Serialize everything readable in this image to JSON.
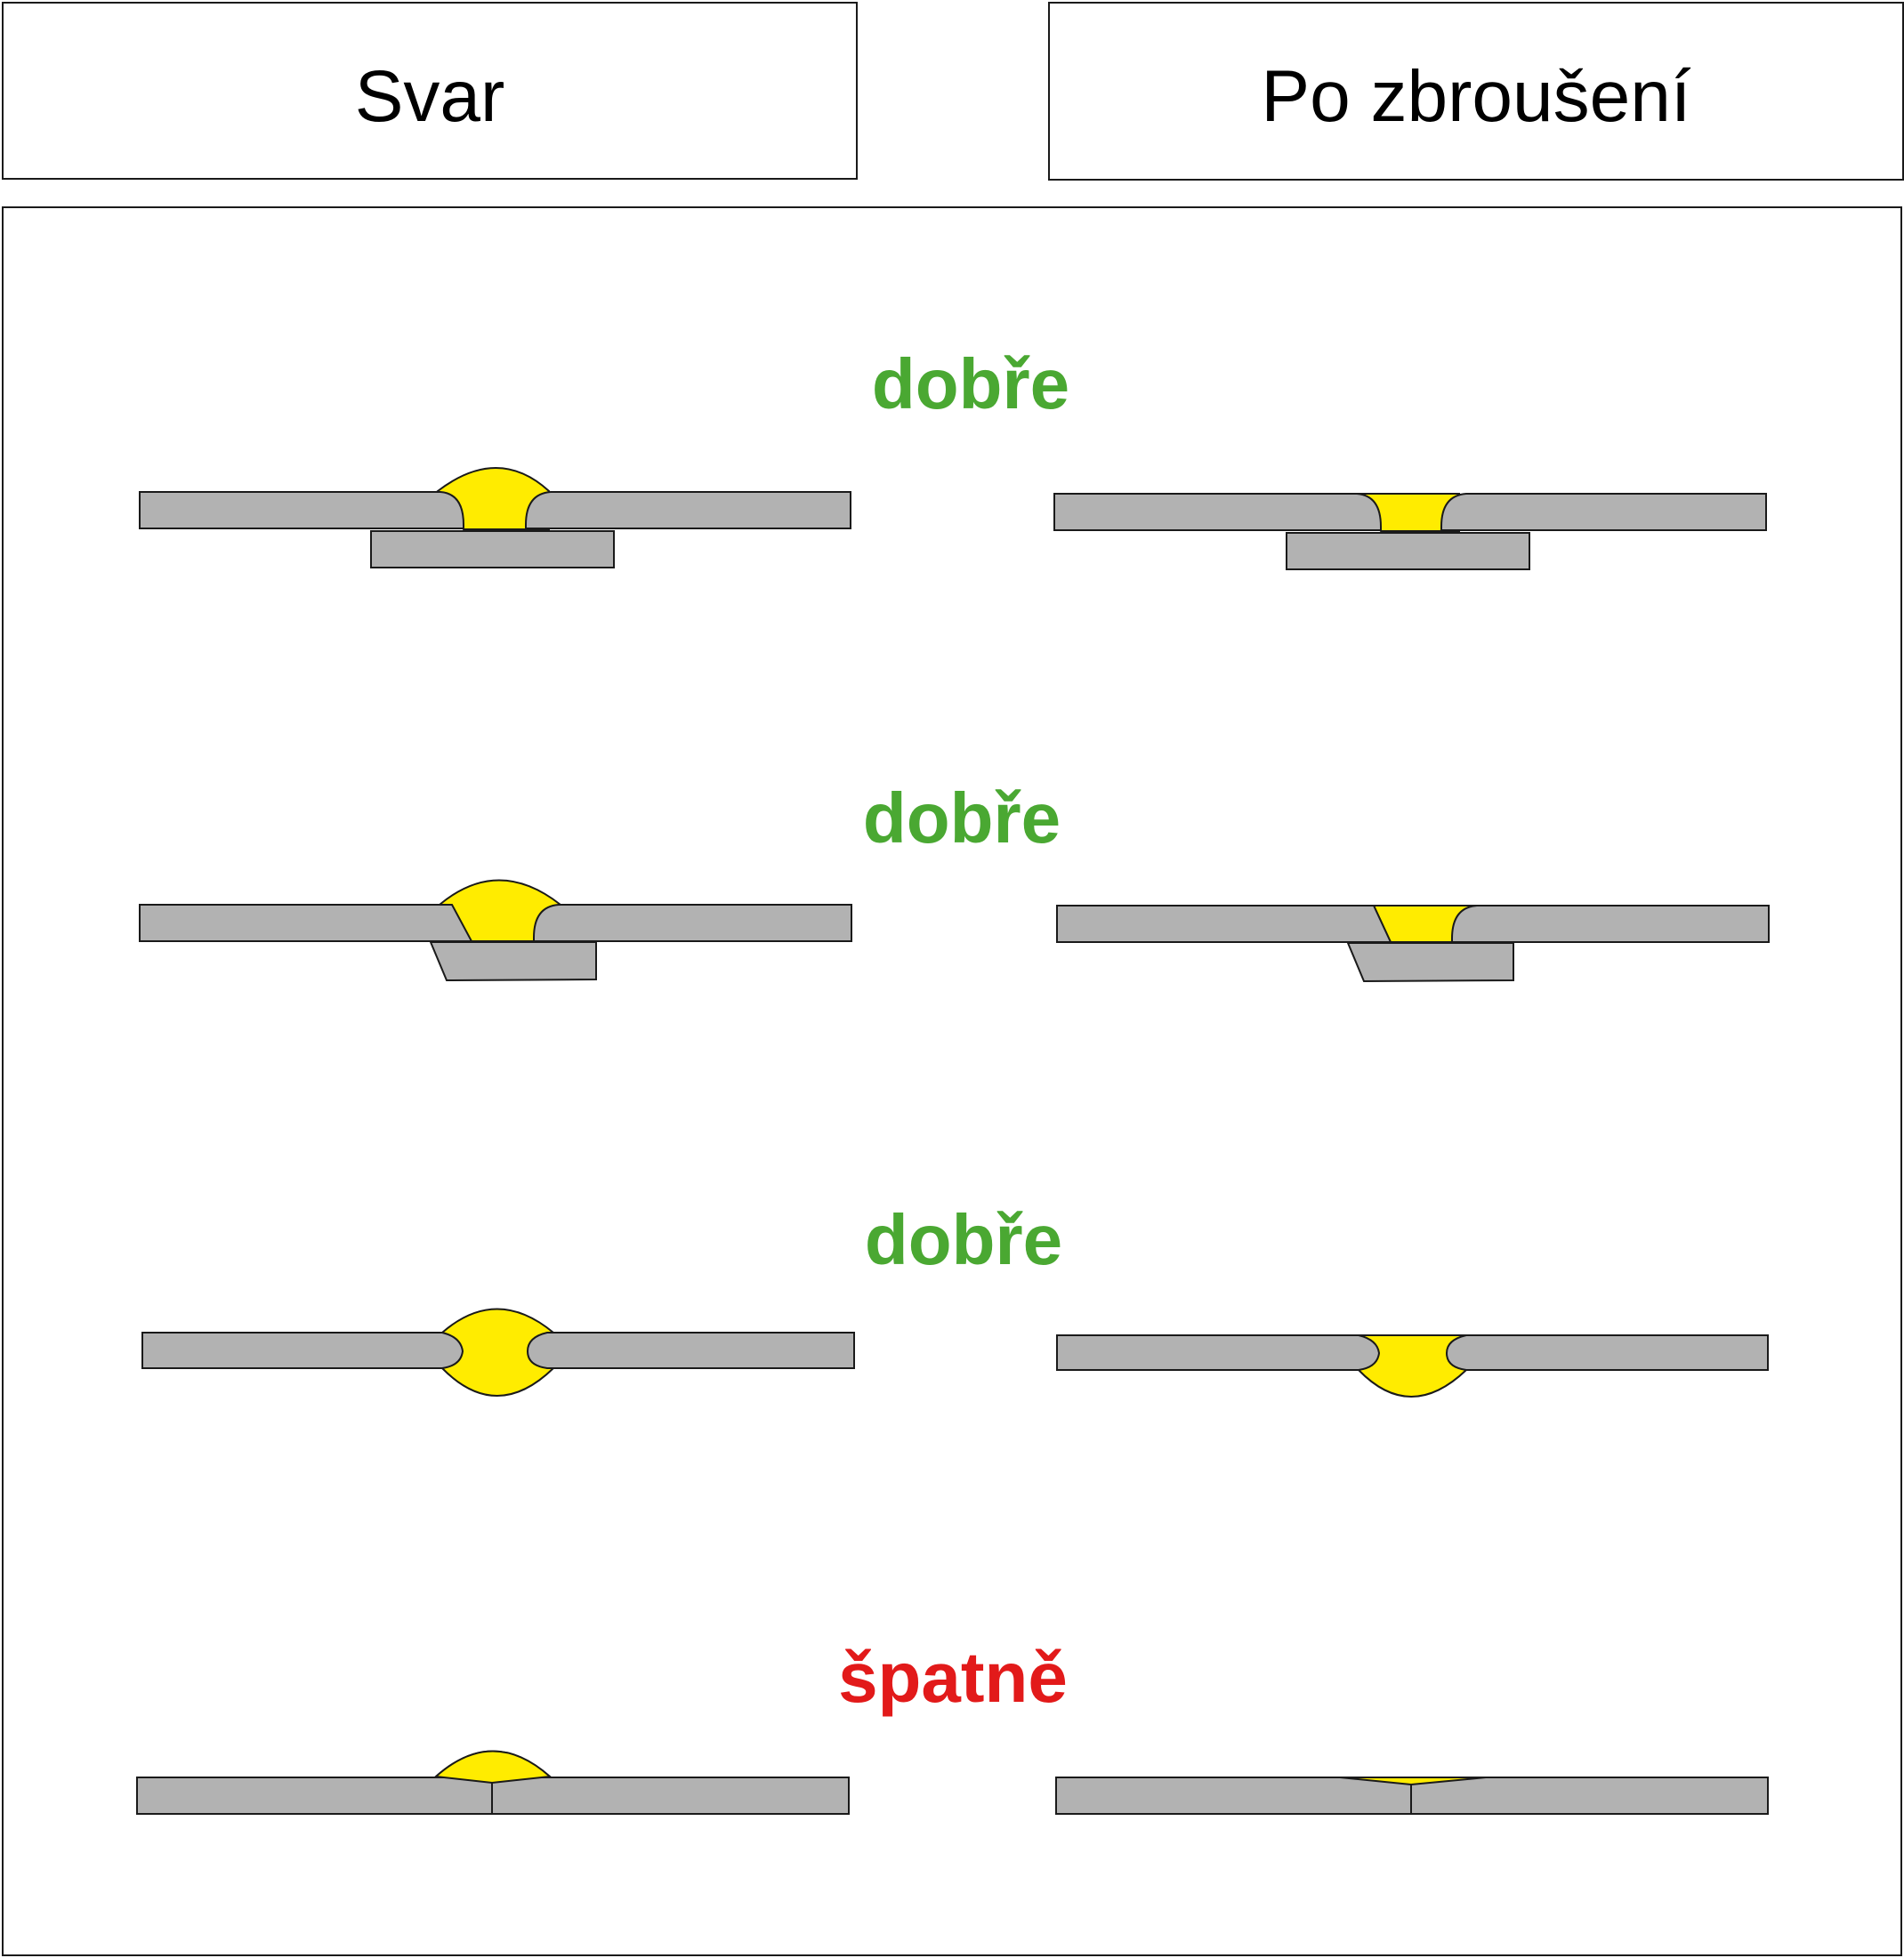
{
  "headers": {
    "left": "Svar",
    "right": "Po zbroušení"
  },
  "rows": [
    {
      "verdict": "dobře",
      "verdict_color": "#4aa832"
    },
    {
      "verdict": "dobře",
      "verdict_color": "#4aa832"
    },
    {
      "verdict": "dobře",
      "verdict_color": "#4aa832"
    },
    {
      "verdict": "špatně",
      "verdict_color": "#e21a1a"
    }
  ],
  "colors": {
    "plate": "#b2b2b2",
    "weld": "#ffec00",
    "outline": "#1a1a1a"
  }
}
